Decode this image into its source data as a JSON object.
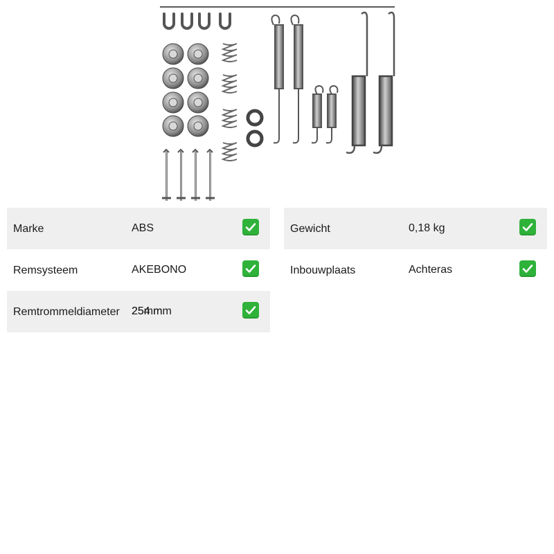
{
  "product_image": {
    "alt": "",
    "icon": "brake-shoe-fitting-kit"
  },
  "specs_left": [
    {
      "label": "Marke",
      "value": "ABS"
    },
    {
      "label": "Remsysteem",
      "value": "AKEBONO"
    },
    {
      "label": "Remtrommeldiameter",
      "value": "254 mm",
      "extra": "25mm"
    }
  ],
  "specs_right": [
    {
      "label": "Gewicht",
      "value": "0,18 kg"
    },
    {
      "label": "Inbouwplaats",
      "value": "Achteras"
    }
  ],
  "colors": {
    "row_shade": "#efefef",
    "check_green": "#2fb23a",
    "part_gray": "#6e6e6e",
    "text": "#1a1a1a"
  }
}
